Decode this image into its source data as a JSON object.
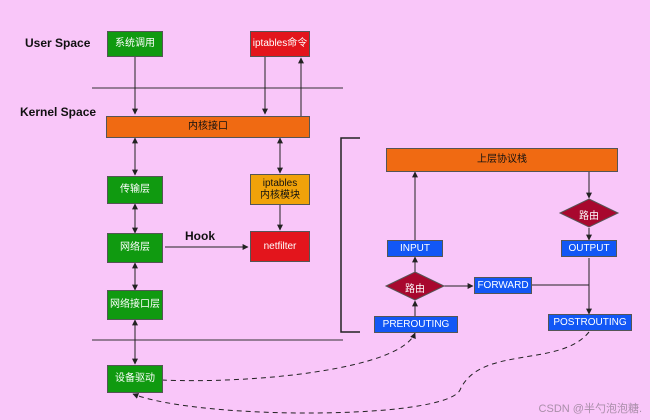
{
  "labels": {
    "user_space": "User Space",
    "kernel_space": "Kernel Space",
    "hook": "Hook"
  },
  "nodes": {
    "syscall": "系统调用",
    "iptables_cmd": "iptables命令",
    "kernel_interface": "内核接口",
    "transport": "传输层",
    "network": "网络层",
    "netif": "网络接口层",
    "driver": "设备驱动",
    "iptables_module": "iptables\n内核模块",
    "netfilter": "netfilter",
    "upper_protocol": "上层协议栈",
    "input": "INPUT",
    "output": "OUTPUT",
    "forward": "FORWARD",
    "prerouting": "PREROUTING",
    "postrouting": "POSTROUTING",
    "route_left": "路由",
    "route_right": "路由"
  },
  "watermark": "CSDN @半勺泡泡糖.",
  "colors": {
    "background": "#f9c6f9",
    "green": "#109a10",
    "red": "#e3151c",
    "orange": "#f06a12",
    "yellow": "#f0a20a",
    "blue": "#1257f5",
    "diamond": "#a8082e"
  }
}
